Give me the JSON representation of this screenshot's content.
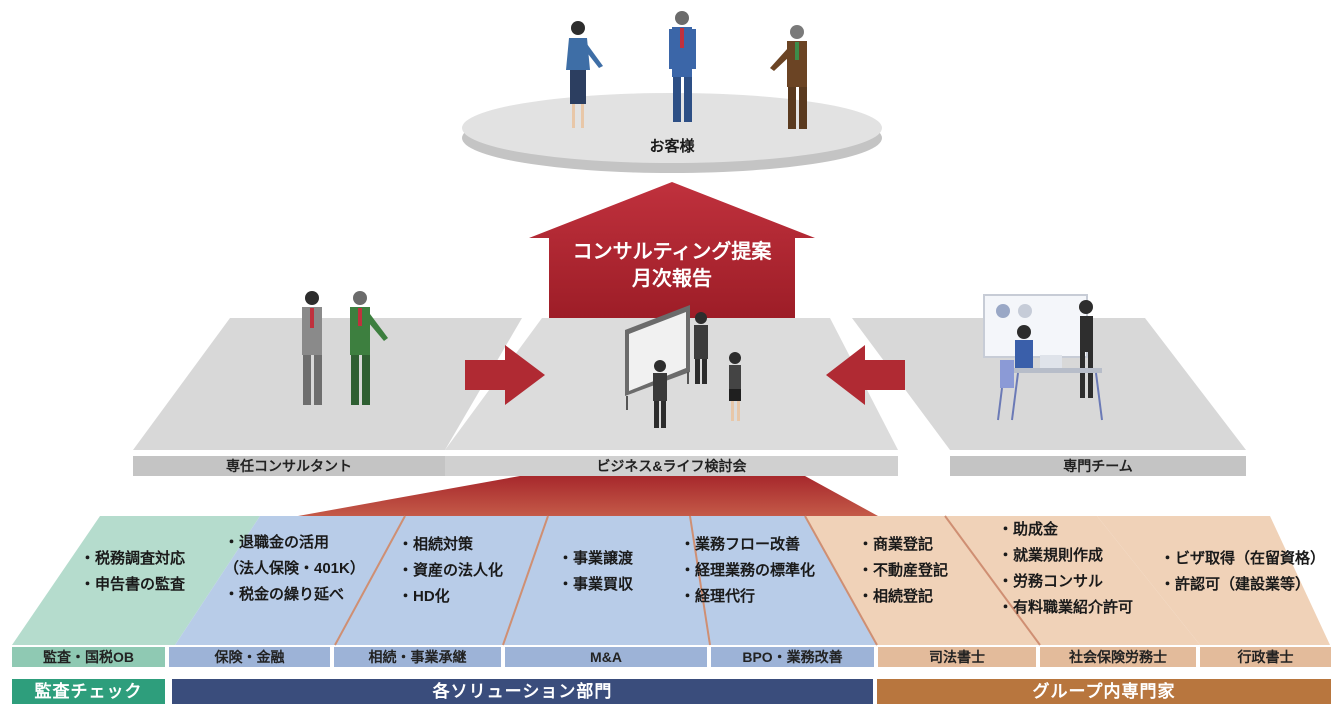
{
  "customer": {
    "label": "お客様"
  },
  "arrow": {
    "line1": "コンサルティング提案",
    "line2": "月次報告"
  },
  "platforms": {
    "left": "専任コンサルタント",
    "center": "ビジネス&ライフ検討会",
    "right": "専門チーム"
  },
  "solutions": [
    {
      "items": [
        "・税務調査対応",
        "・申告書の監査"
      ],
      "label": "監査・国税OB"
    },
    {
      "items": [
        "・退職金の活用",
        "（法人保険・401K）",
        "・税金の繰り延べ"
      ],
      "label": "保険・金融"
    },
    {
      "items": [
        "・相続対策",
        "・資産の法人化",
        "・HD化"
      ],
      "label": "相続・事業承継"
    },
    {
      "items": [
        "・事業譲渡",
        "・事業買収"
      ],
      "label": "M&A"
    },
    {
      "items": [
        "・業務フロー改善",
        "・経理業務の標準化",
        "・経理代行"
      ],
      "label": "BPO・業務改善"
    },
    {
      "items": [
        "・商業登記",
        "・不動産登記",
        "・相続登記"
      ],
      "label": "司法書士"
    },
    {
      "items": [
        "・助成金",
        "・就業規則作成",
        "・労務コンサル",
        "・有料職業紹介許可"
      ],
      "label": "社会保険労務士"
    },
    {
      "items": [
        "・ビザ取得（在留資格）",
        "・許認可（建設業等）"
      ],
      "label": "行政書士"
    }
  ],
  "footer": {
    "audit": "監査チェック",
    "solutions": "各ソリューション部門",
    "group": "グループ内専門家"
  },
  "colors": {
    "green": "#2e9e7c",
    "navy": "#3a4d7c",
    "brown": "#b8763e",
    "red": "#b02a33",
    "gray": "#d3d3d3"
  }
}
